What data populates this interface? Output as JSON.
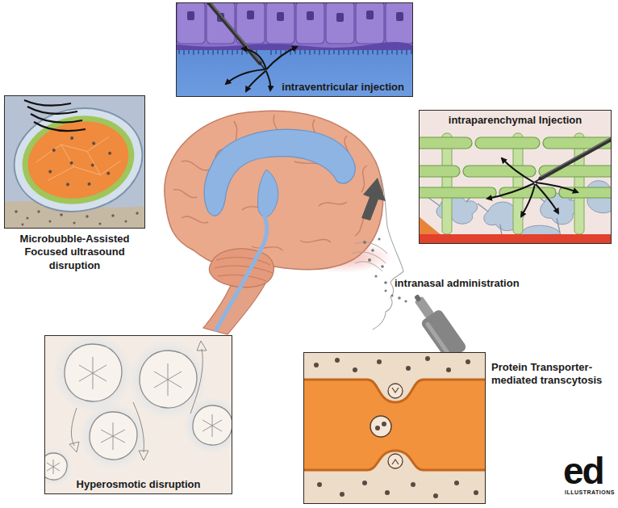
{
  "diagram": {
    "nodes": [
      {
        "text": [
          "intraventricular injection"
        ]
      },
      {
        "text": [
          "Microbubble-Assisted Focused ultrasound disruption"
        ]
      },
      {
        "text": [
          "intraparenchymal Injection"
        ]
      },
      {
        "text": [
          "Hyperosmotic disruption"
        ]
      },
      {
        "text": [
          "Protein Transporter-mediated transcytosis"
        ]
      }
    ],
    "labels": [
      "intranasal administration",
      "ed",
      "ILLUSTRATIONS"
    ]
  }
}
